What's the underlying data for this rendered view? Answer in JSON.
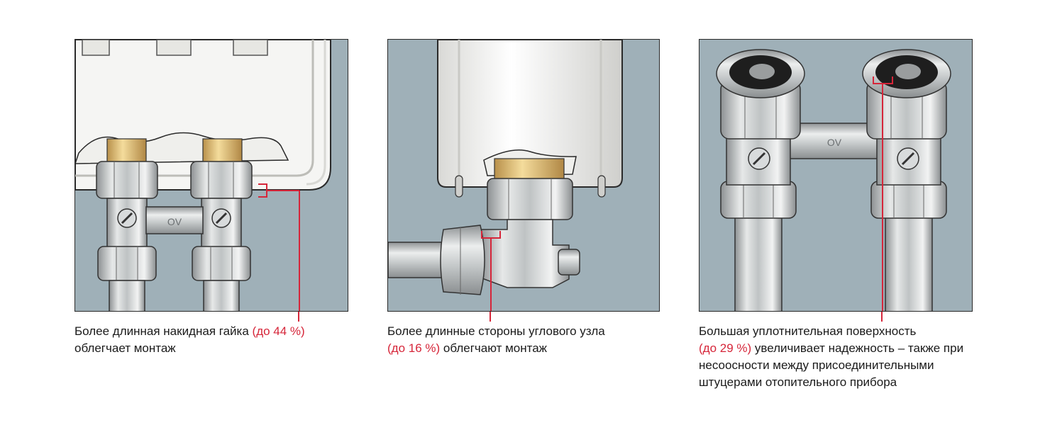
{
  "panels": [
    {
      "id": "longer-union-nut",
      "valve_marking": "OV",
      "caption": {
        "before": "Более длинная накидная гайка ",
        "highlight": "(до 44 %)",
        "after": "облегчает монтаж"
      }
    },
    {
      "id": "longer-angle-sides",
      "caption": {
        "before": "Более длинные стороны углового узла",
        "highlight": "(до 16 %)",
        "after": " облегчают монтаж"
      }
    },
    {
      "id": "larger-seal-surface",
      "valve_marking": "OV",
      "caption": {
        "before": "Большая уплотнительная поверхность",
        "highlight": "(до 29 %)",
        "after": " увеличивает надежность – также при",
        "line3": "несоосности между присоединительными",
        "line4": "штуцерами отопительного прибора"
      }
    }
  ],
  "colors": {
    "highlight": "#d6263a",
    "background_panel": "#9fb0b8",
    "radiator": "#f4f4f2",
    "metal": "#b9bcbd",
    "brass": "#e3c27a"
  }
}
